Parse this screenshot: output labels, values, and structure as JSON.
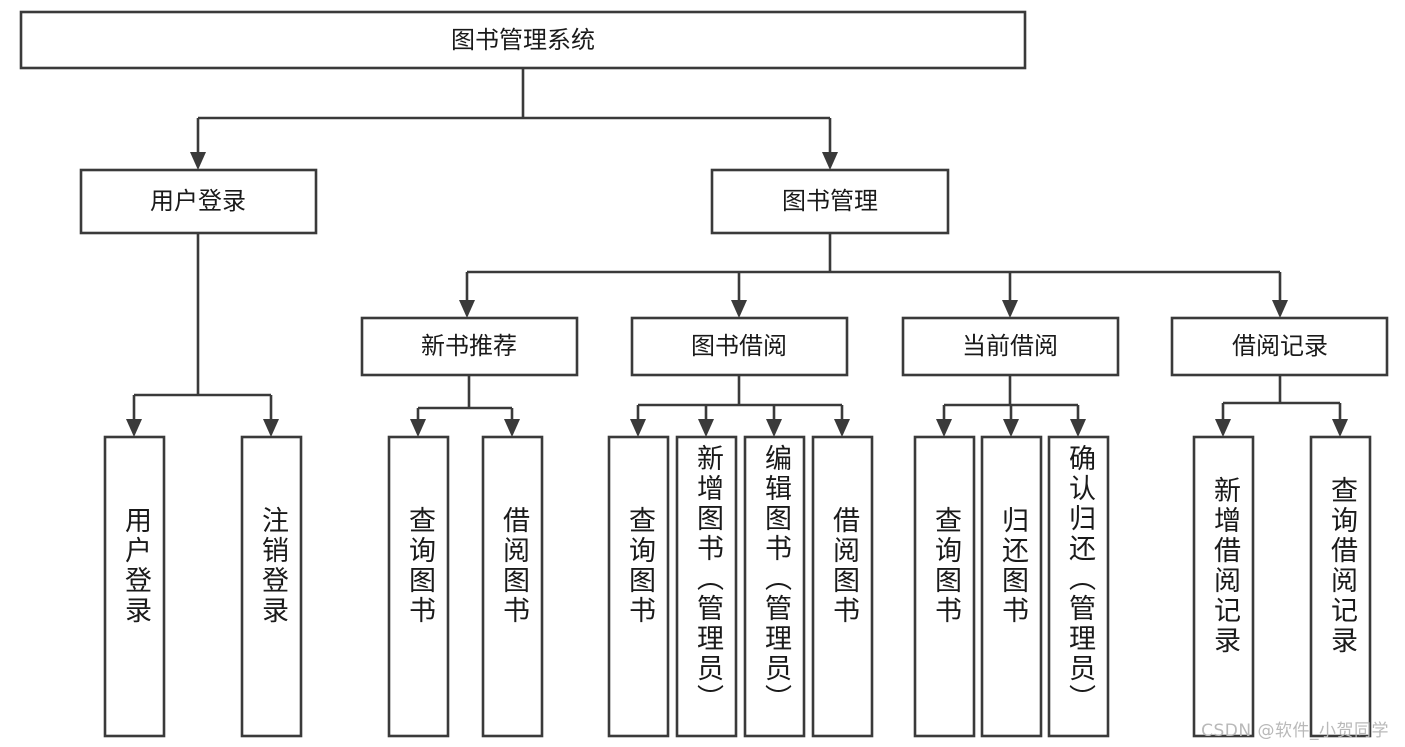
{
  "diagram": {
    "type": "tree",
    "title": "图书管理系统",
    "watermark": "CSDN @软件_小贺同学",
    "colors": {
      "stroke": "#3a3a3a",
      "box_fill": "#ffffff",
      "text": "#1a1a1a",
      "watermark": "#b9b9b9",
      "background": "#ffffff"
    },
    "levels": [
      {
        "level": 1,
        "nodes": [
          {
            "id": "root",
            "label": "图书管理系统",
            "orientation": "horizontal"
          }
        ]
      },
      {
        "level": 2,
        "nodes": [
          {
            "id": "user-login",
            "label": "用户登录",
            "orientation": "horizontal",
            "parent": "root"
          },
          {
            "id": "book-manage",
            "label": "图书管理",
            "orientation": "horizontal",
            "parent": "root"
          }
        ]
      },
      {
        "level": 3,
        "nodes": [
          {
            "id": "new-book-rec",
            "label": "新书推荐",
            "orientation": "horizontal",
            "parent": "book-manage"
          },
          {
            "id": "book-borrow",
            "label": "图书借阅",
            "orientation": "horizontal",
            "parent": "book-manage"
          },
          {
            "id": "current-borrow",
            "label": "当前借阅",
            "orientation": "horizontal",
            "parent": "book-manage"
          },
          {
            "id": "borrow-record",
            "label": "借阅记录",
            "orientation": "horizontal",
            "parent": "book-manage"
          }
        ]
      },
      {
        "level": 4,
        "nodes": [
          {
            "id": "leaf-user-login",
            "label": "用户登录",
            "orientation": "vertical",
            "parent": "user-login"
          },
          {
            "id": "leaf-logout",
            "label": "注销登录",
            "orientation": "vertical",
            "parent": "user-login"
          },
          {
            "id": "leaf-query-book-1",
            "label": "查询图书",
            "orientation": "vertical",
            "parent": "new-book-rec"
          },
          {
            "id": "leaf-borrow-book-1",
            "label": "借阅图书",
            "orientation": "vertical",
            "parent": "new-book-rec"
          },
          {
            "id": "leaf-query-book-2",
            "label": "查询图书",
            "orientation": "vertical",
            "parent": "book-borrow"
          },
          {
            "id": "leaf-add-book",
            "label": "新增图书（管理员）",
            "orientation": "vertical",
            "parent": "book-borrow"
          },
          {
            "id": "leaf-edit-book",
            "label": "编辑图书（管理员）",
            "orientation": "vertical",
            "parent": "book-borrow"
          },
          {
            "id": "leaf-borrow-book-2",
            "label": "借阅图书",
            "orientation": "vertical",
            "parent": "book-borrow"
          },
          {
            "id": "leaf-query-book-3",
            "label": "查询图书",
            "orientation": "vertical",
            "parent": "current-borrow"
          },
          {
            "id": "leaf-return-book",
            "label": "归还图书",
            "orientation": "vertical",
            "parent": "current-borrow"
          },
          {
            "id": "leaf-confirm-return",
            "label": "确认归还（管理员）",
            "orientation": "vertical",
            "parent": "current-borrow"
          },
          {
            "id": "leaf-add-record",
            "label": "新增借阅记录",
            "orientation": "vertical",
            "parent": "borrow-record"
          },
          {
            "id": "leaf-query-record",
            "label": "查询借阅记录",
            "orientation": "vertical",
            "parent": "borrow-record"
          }
        ]
      }
    ]
  }
}
